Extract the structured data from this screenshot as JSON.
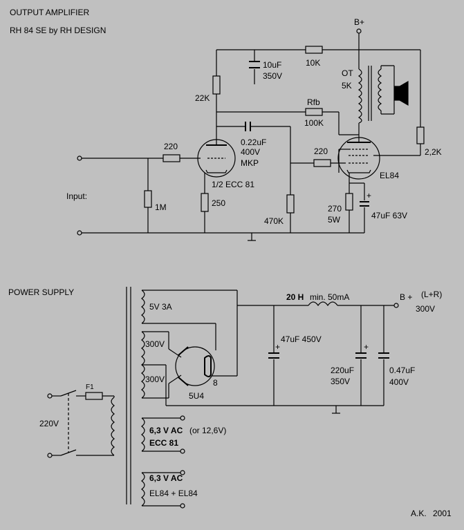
{
  "amp": {
    "title": "OUTPUT AMPLIFIER",
    "subtitle": "RH 84 SE  by RH DESIGN",
    "supply": "B+",
    "cap_10uF": "10uF",
    "cap_10uF_v": "350V",
    "r_10k": "10K",
    "r_22k": "22K",
    "ot": "OT",
    "ot_imp": "5K",
    "rfb": "Rfb",
    "rfb_val": "100K",
    "cap_coupling": "0.22uF",
    "cap_coupling_v": "400V",
    "cap_coupling_type": "MKP",
    "r_grid1": "220",
    "r_grid2": "220",
    "r_2k2": "2,2K",
    "tube1": "1/2  ECC 81",
    "tube2": "EL84",
    "input": "Input:",
    "r_1m": "1M",
    "r_250": "250",
    "r_470k": "470K",
    "r_270": "270",
    "r_270_w": "5W",
    "cap_47uF": "47uF  63V",
    "plus": "+"
  },
  "psu": {
    "title": "POWER SUPPLY",
    "sec_5v": "5V 3A",
    "sec_300a": "300V",
    "sec_300b": "300V",
    "rect": "5U4",
    "pin8": "8",
    "fuse": "F1",
    "mains": "220V",
    "choke": "20 H",
    "choke_spec": "min. 50mA",
    "bplus": "B +",
    "bplus_note": "(L+R)",
    "bplus_v": "300V",
    "cap1": "47uF 450V",
    "cap2": "220uF",
    "cap2_v": "350V",
    "cap3": "0.47uF",
    "cap3_v": "400V",
    "h1_line1": "6,3 V AC",
    "h1_line1b": "(or 12,6V)",
    "h1_line2": "ECC 81",
    "h2_line1": "6,3 V AC",
    "h2_line2": "EL84 + EL84",
    "plus": "+"
  },
  "footer": {
    "author": "A.K.",
    "year": "2001"
  }
}
